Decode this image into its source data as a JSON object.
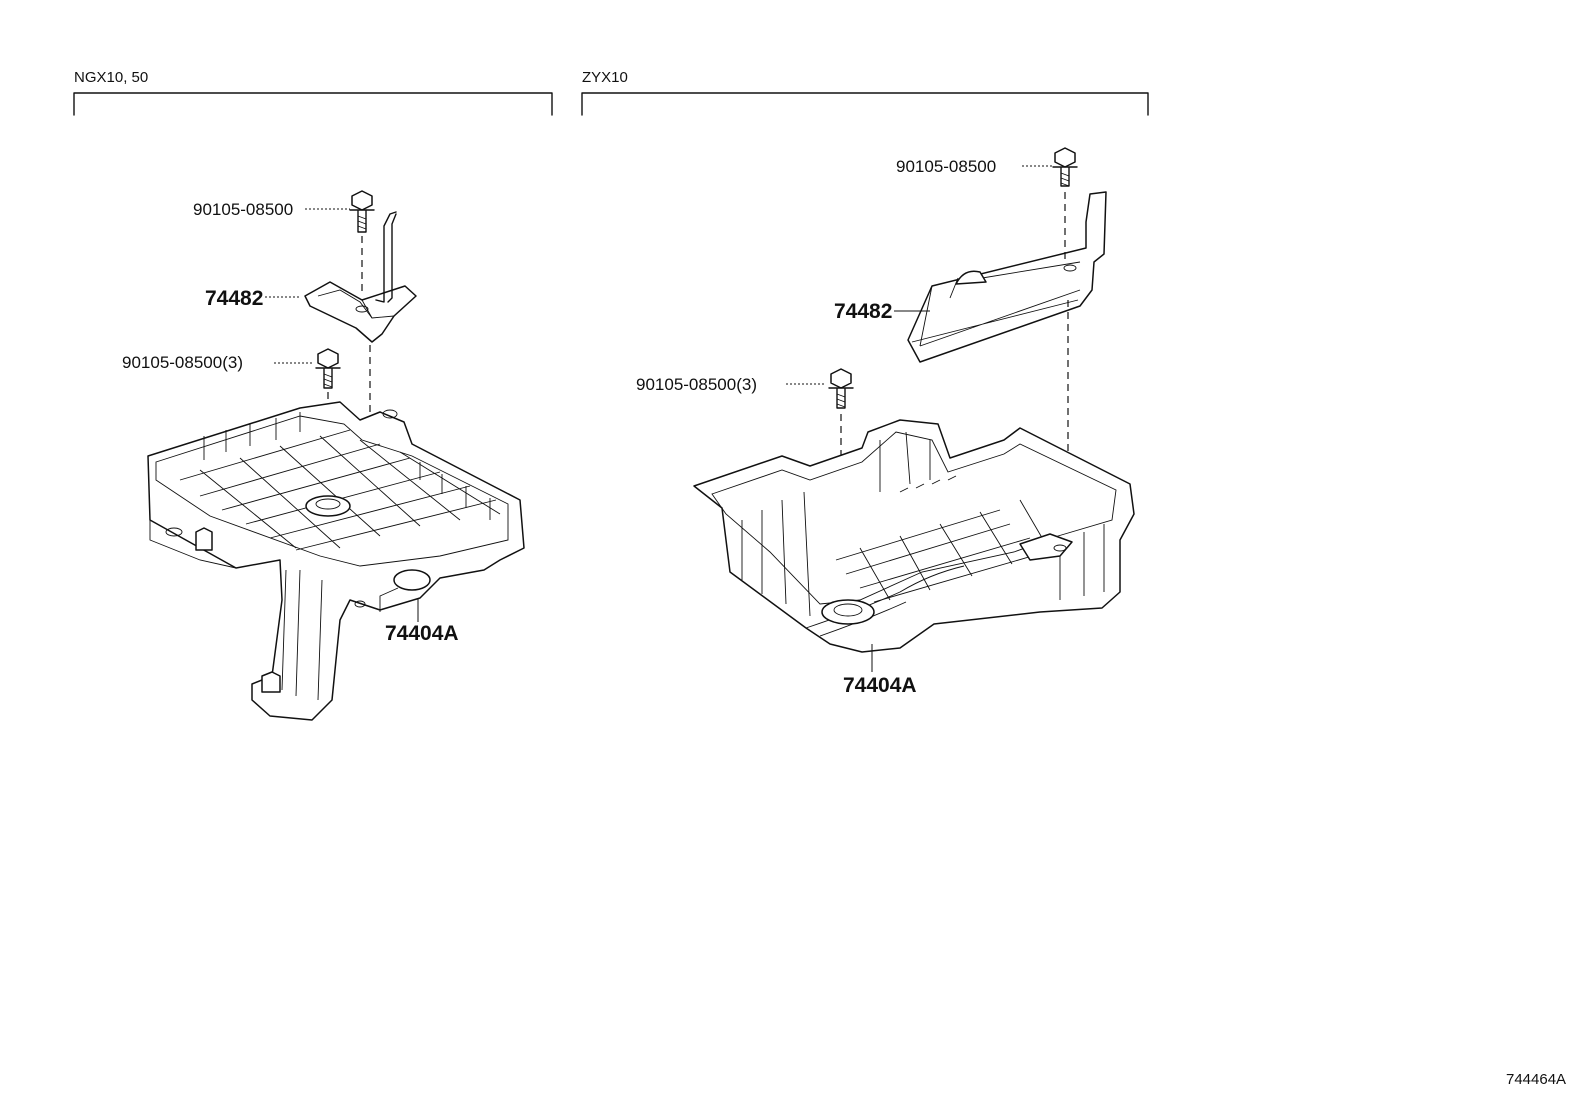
{
  "groups": [
    {
      "label": "NGX10, 50"
    },
    {
      "label": "ZYX10"
    }
  ],
  "left": {
    "bolt_top": "90105-08500",
    "bracket": "74482",
    "bolt_set": "90105-08500(3)",
    "tray": "74404A"
  },
  "right": {
    "bolt_top": "90105-08500",
    "bracket": "74482",
    "bolt_set": "90105-08500(3)",
    "tray": "74404A"
  },
  "illustration_ref": "744464A"
}
